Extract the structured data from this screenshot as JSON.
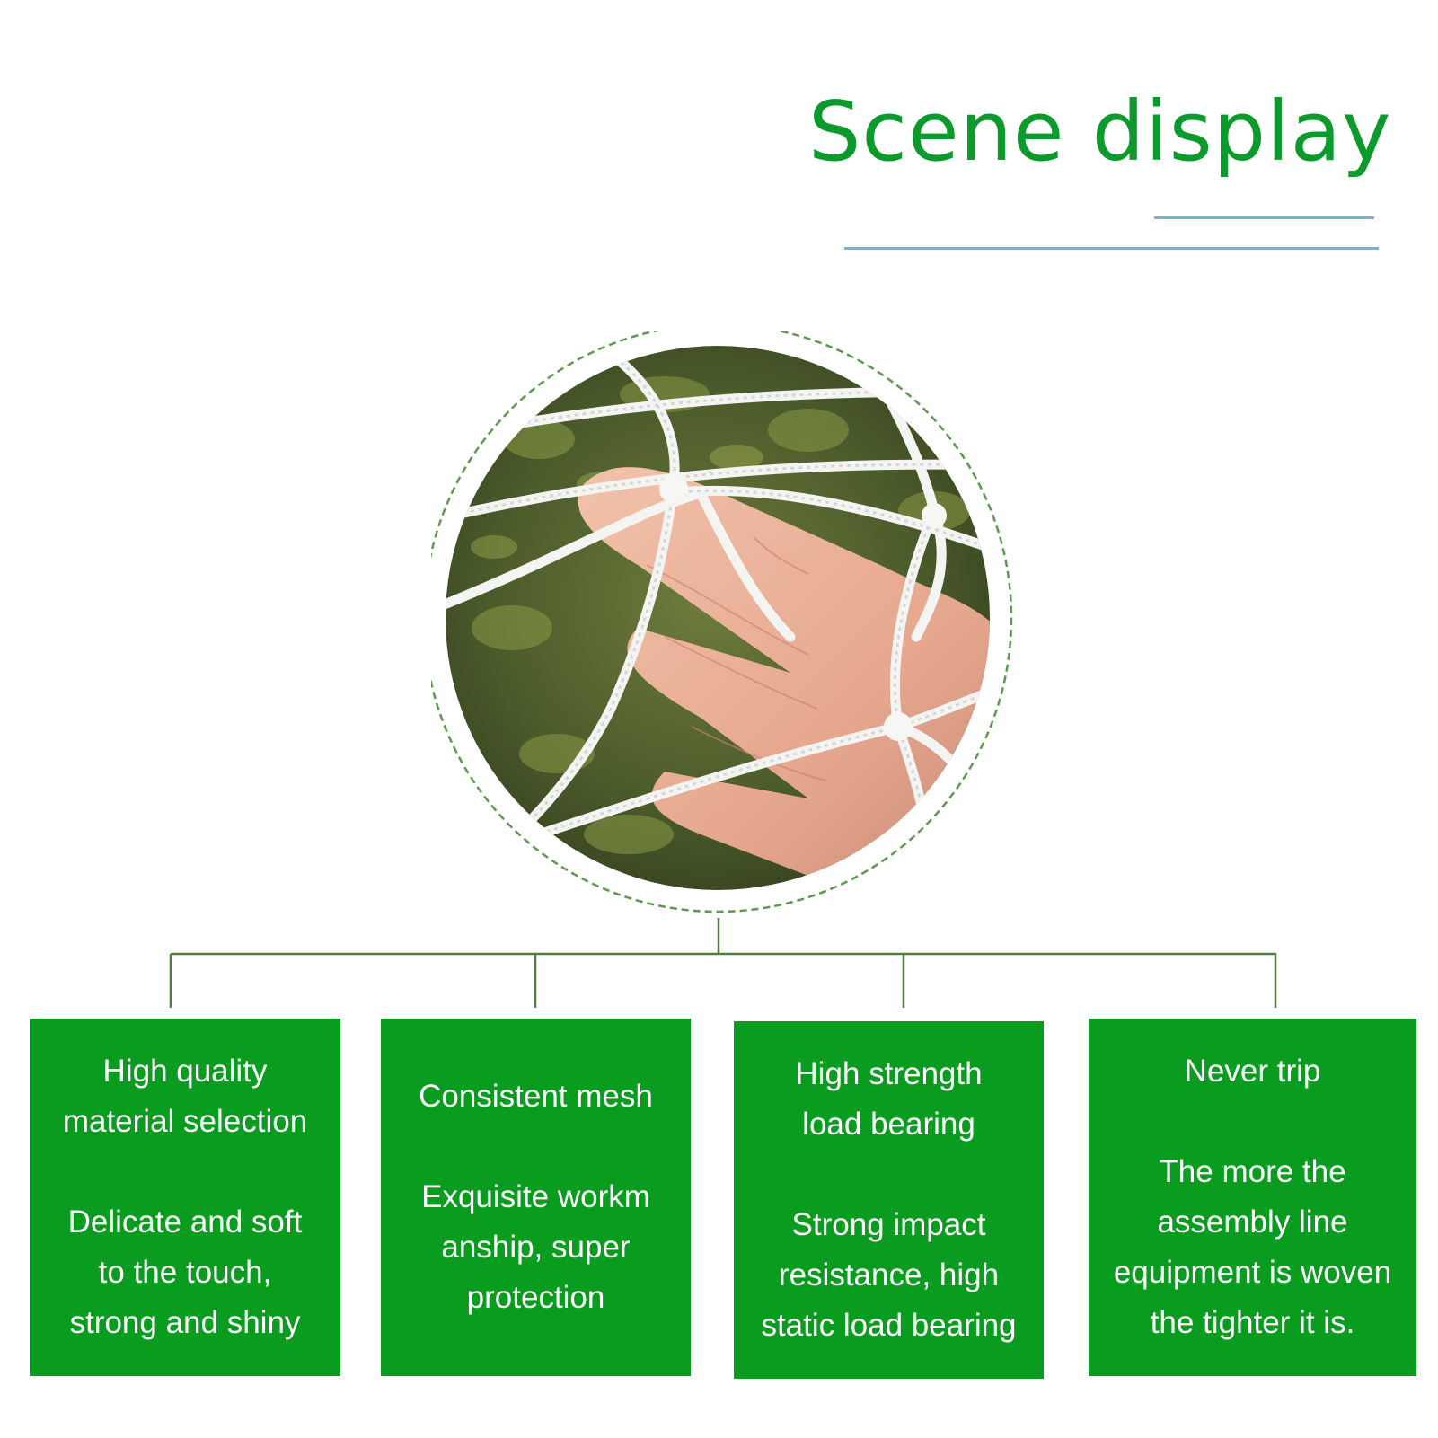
{
  "header": {
    "title": "Scene display"
  },
  "colors": {
    "title_green": "#0c9a2c",
    "box_green": "#0a9c1f",
    "rule_blue": "#6fb5da",
    "connector_green": "#4f7f3c"
  },
  "photo": {
    "icon": "net-in-hand-photo"
  },
  "features": [
    {
      "heading": [
        "High quality",
        "material selection"
      ],
      "body": [
        "Delicate and soft",
        "to the touch,",
        "strong and shiny"
      ]
    },
    {
      "heading": [
        "Consistent mesh"
      ],
      "body": [
        "Exquisite workm",
        "anship, super",
        "protection"
      ]
    },
    {
      "heading": [
        "High strength",
        "load bearing"
      ],
      "body": [
        "Strong impact",
        "resistance, high",
        "static load bearing"
      ]
    },
    {
      "heading": [
        "Never trip"
      ],
      "body": [
        "The more the",
        "assembly line",
        "equipment is woven",
        "the tighter it is."
      ]
    }
  ]
}
